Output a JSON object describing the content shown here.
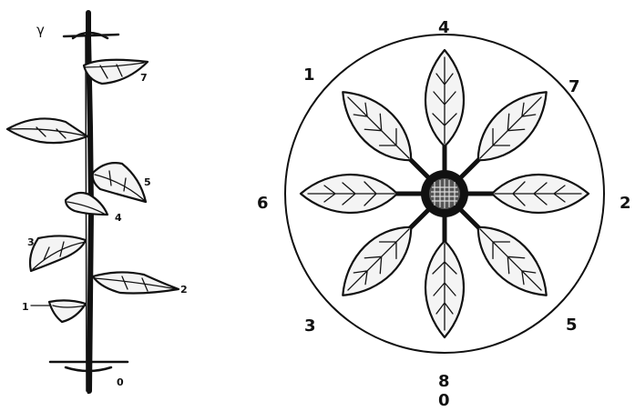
{
  "left_panel": {
    "top_symbol": "γ",
    "stem_labels": [
      {
        "id": "stem-label-7",
        "text": "7"
      },
      {
        "id": "stem-label-5",
        "text": "5"
      },
      {
        "id": "stem-label-4",
        "text": "4"
      },
      {
        "id": "stem-label-3",
        "text": "3"
      },
      {
        "id": "stem-label-2",
        "text": "2"
      },
      {
        "id": "stem-label-1",
        "text": "1"
      },
      {
        "id": "stem-label-0",
        "text": "0"
      }
    ]
  },
  "right_panel": {
    "circle_labels": [
      {
        "id": "circle-label-4",
        "text": "4"
      },
      {
        "id": "circle-label-1",
        "text": "1"
      },
      {
        "id": "circle-label-7",
        "text": "7"
      },
      {
        "id": "circle-label-6",
        "text": "6"
      },
      {
        "id": "circle-label-2",
        "text": "2"
      },
      {
        "id": "circle-label-3",
        "text": "3"
      },
      {
        "id": "circle-label-5",
        "text": "5"
      },
      {
        "id": "circle-label-8",
        "text": "8"
      },
      {
        "id": "circle-label-0",
        "text": "0"
      }
    ]
  },
  "colors": {
    "ink": "#111111",
    "paper": "#ffffff"
  }
}
